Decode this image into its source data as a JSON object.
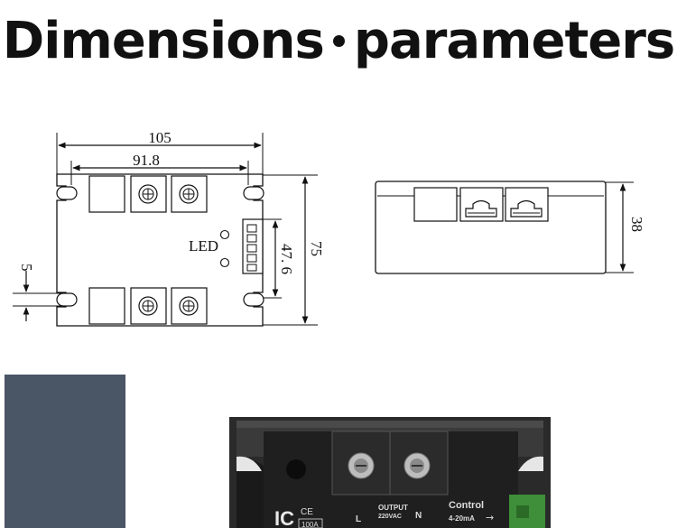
{
  "title": {
    "left": "Dimensions",
    "right": "parameters"
  },
  "top_view": {
    "width_total": "105",
    "width_inner": "91.8",
    "height_total": "75",
    "height_inner": "47. 6",
    "slot_offset": "5",
    "led_label": "LED"
  },
  "side_view": {
    "height": "38"
  },
  "product": {
    "output_label": "OUTPUT",
    "output_voltage": "220VAC",
    "terminal_l": "L",
    "terminal_n": "N",
    "control_label": "Control",
    "control_signal": "4-20mA",
    "rating": "100A",
    "ce_mark": "CE"
  },
  "colors": {
    "swatch": "#4a5566",
    "relay_body": "#1f1f1f"
  }
}
